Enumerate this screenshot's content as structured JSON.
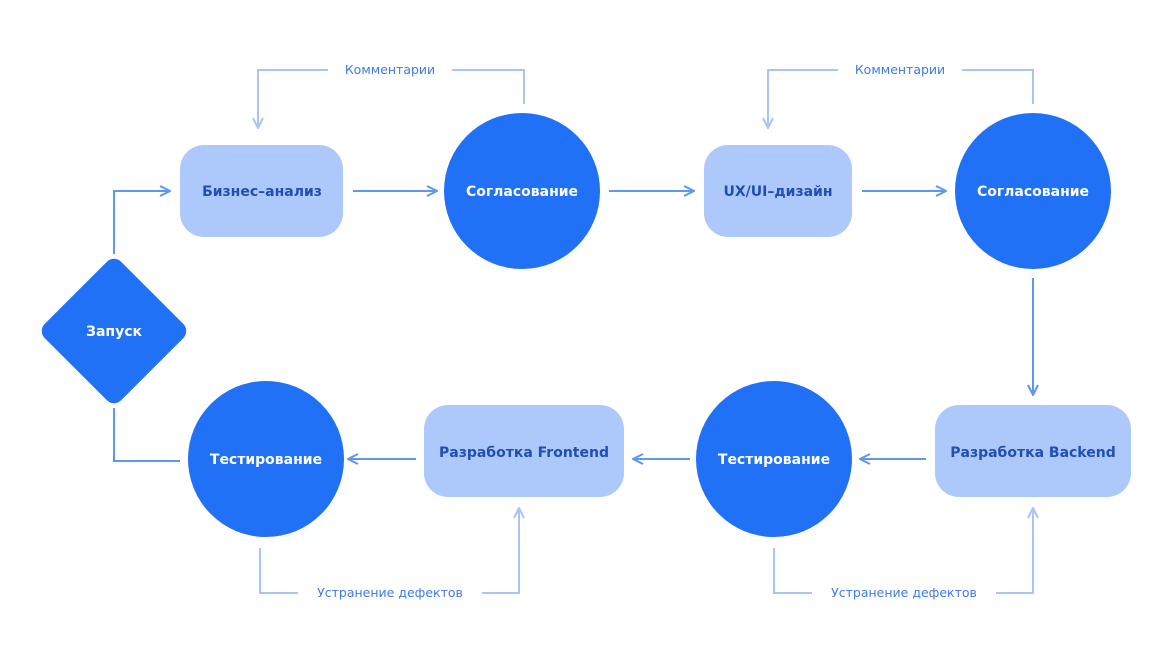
{
  "colors": {
    "circle": "#2171f7",
    "rect": "#adc8fb",
    "edge": "#5f96f2",
    "loop_edge": "#a9c4f9",
    "circle_text": "#ffffff",
    "rect_text": "#1f4fb5",
    "loop_text": "#3f7ae8"
  },
  "nodes": {
    "launch": "Запуск",
    "business_analysis": "Бизнес–анализ",
    "approval_1": "Согласование",
    "ux_ui_design": "UX/UI–дизайн",
    "approval_2": "Согласование",
    "backend_dev": "Разработка Backend",
    "testing_backend": "Тестирование",
    "frontend_dev": "Разработка Frontend",
    "testing_frontend": "Тестирование"
  },
  "loops": {
    "comments_1": "Комментарии",
    "comments_2": "Комментарии",
    "defects_backend": "Устранение дефектов",
    "defects_frontend": "Устранение дефектов"
  }
}
